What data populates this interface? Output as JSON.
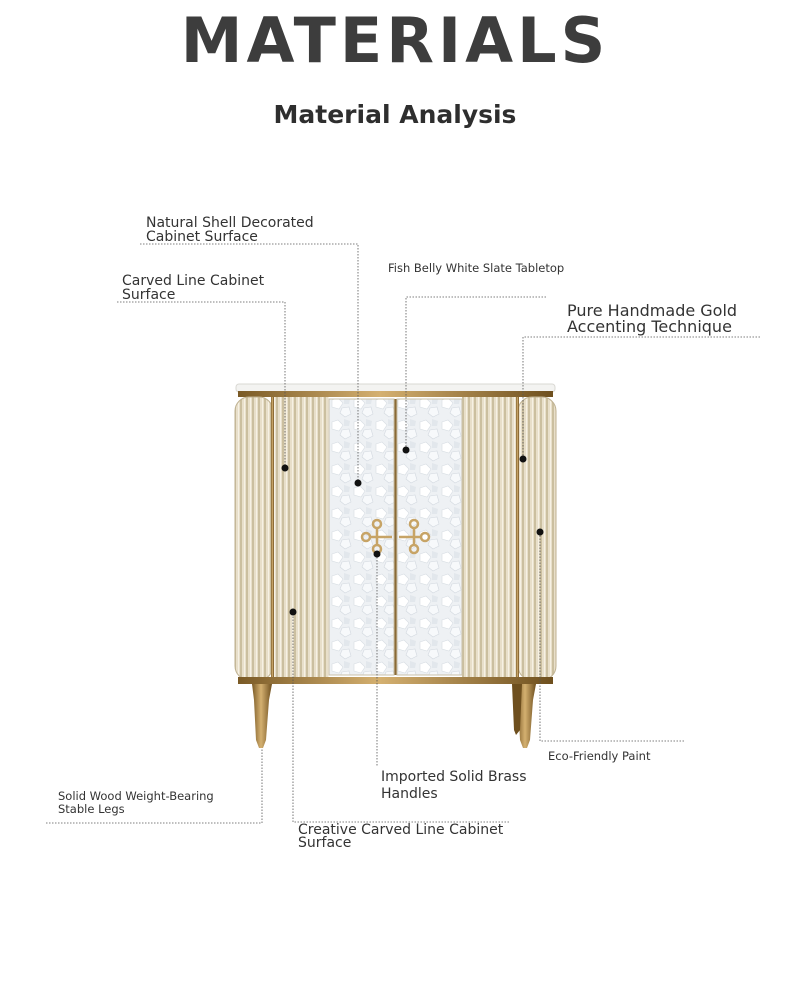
{
  "header": {
    "title": "MATERIALS",
    "subtitle": "Material Analysis"
  },
  "labels": {
    "shell": [
      "Natural Shell Decorated",
      "Cabinet Surface"
    ],
    "carved": [
      "Carved Line Cabinet",
      "Surface"
    ],
    "slate": [
      "Fish Belly White Slate Tabletop"
    ],
    "gold": [
      "Pure Handmade Gold",
      "Accenting Technique"
    ],
    "legs": [
      "Solid Wood Weight-Bearing",
      "Stable Legs"
    ],
    "handles": [
      "Imported Solid Brass",
      "Handles"
    ],
    "creative": [
      "Creative Carved Line Cabinet",
      "Surface"
    ],
    "paint": [
      "Eco-Friendly Paint"
    ]
  },
  "colors": {
    "brass": "#b08a4a",
    "cream": "#e6dcc6",
    "shell": "#eef1f3"
  }
}
